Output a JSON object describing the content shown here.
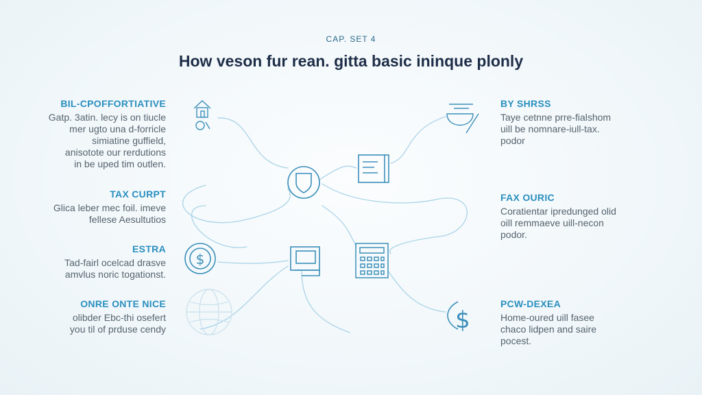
{
  "header": {
    "kicker": "CAP. SET 4",
    "title": "How veson fur rean. gitta basic ininque plonly"
  },
  "left_blocks": [
    {
      "heading": "BIL-CPOFFORTIATIVE",
      "body": "Gatp. 3atin. lecy is on tiucle\nmer ugto una d-forricle\nsimiatine guffield,\nanisotote our rerdutions\nin be uped tim outlen."
    },
    {
      "heading": "TAX CURPT",
      "body": "Glica leber mec foil. imeve\nfellese Aesultutios"
    },
    {
      "heading": "ESTRA",
      "body": "Tad-fairl ocelcad drasve\namvlus noric togationst."
    },
    {
      "heading": "ONRE ONTE NICE",
      "body": "olibder Ebc-thi osefert\nyou til of prduse cendy"
    }
  ],
  "right_blocks": [
    {
      "heading": "BY SHRSS",
      "body": "Taye cetnne prre-fialshom\nuill be nomnare-iull-tax.\npodor"
    },
    {
      "heading": "FAX OURIC",
      "body": "Coratientar ipredunged olid\noill remmaeve uill-necon\npodor."
    },
    {
      "heading": "PCW-DEXEA",
      "body": "Home-oured uill fasee\nchaco lidpen and saire\npocest."
    }
  ],
  "icons": [
    "house-icon",
    "shield-icon",
    "document-icon",
    "receipt-icon",
    "dollar-icon",
    "calculator-icon",
    "briefcase-icon",
    "globe-icon",
    "dollar-icon"
  ],
  "colors": {
    "accent": "#2a8fbf",
    "icon_stroke": "#3b8fba",
    "connector": "#a9d3e8",
    "title": "#1e2e48"
  }
}
